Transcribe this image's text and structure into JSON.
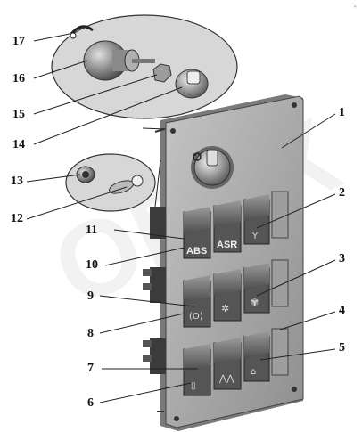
{
  "diagram": {
    "corner_mark": "´»",
    "callouts": [
      {
        "id": "17",
        "text": "17"
      },
      {
        "id": "16",
        "text": "16"
      },
      {
        "id": "15",
        "text": "15"
      },
      {
        "id": "14",
        "text": "14"
      },
      {
        "id": "13",
        "text": "13"
      },
      {
        "id": "12",
        "text": "12"
      },
      {
        "id": "11",
        "text": "11"
      },
      {
        "id": "10",
        "text": "10"
      },
      {
        "id": "9",
        "text": "9"
      },
      {
        "id": "8",
        "text": "8"
      },
      {
        "id": "7",
        "text": "7"
      },
      {
        "id": "6",
        "text": "6"
      },
      {
        "id": "1",
        "text": "1"
      },
      {
        "id": "2",
        "text": "2"
      },
      {
        "id": "3",
        "text": "3"
      },
      {
        "id": "4",
        "text": "4"
      },
      {
        "id": "5",
        "text": "5"
      }
    ],
    "switch_labels": {
      "abs": "ABS",
      "asr": "ASR"
    },
    "colors": {
      "panel": "#8e8e8e",
      "panel_face": "#a9a9a9",
      "switch": "#6f6f6f",
      "line": "#222222"
    }
  }
}
